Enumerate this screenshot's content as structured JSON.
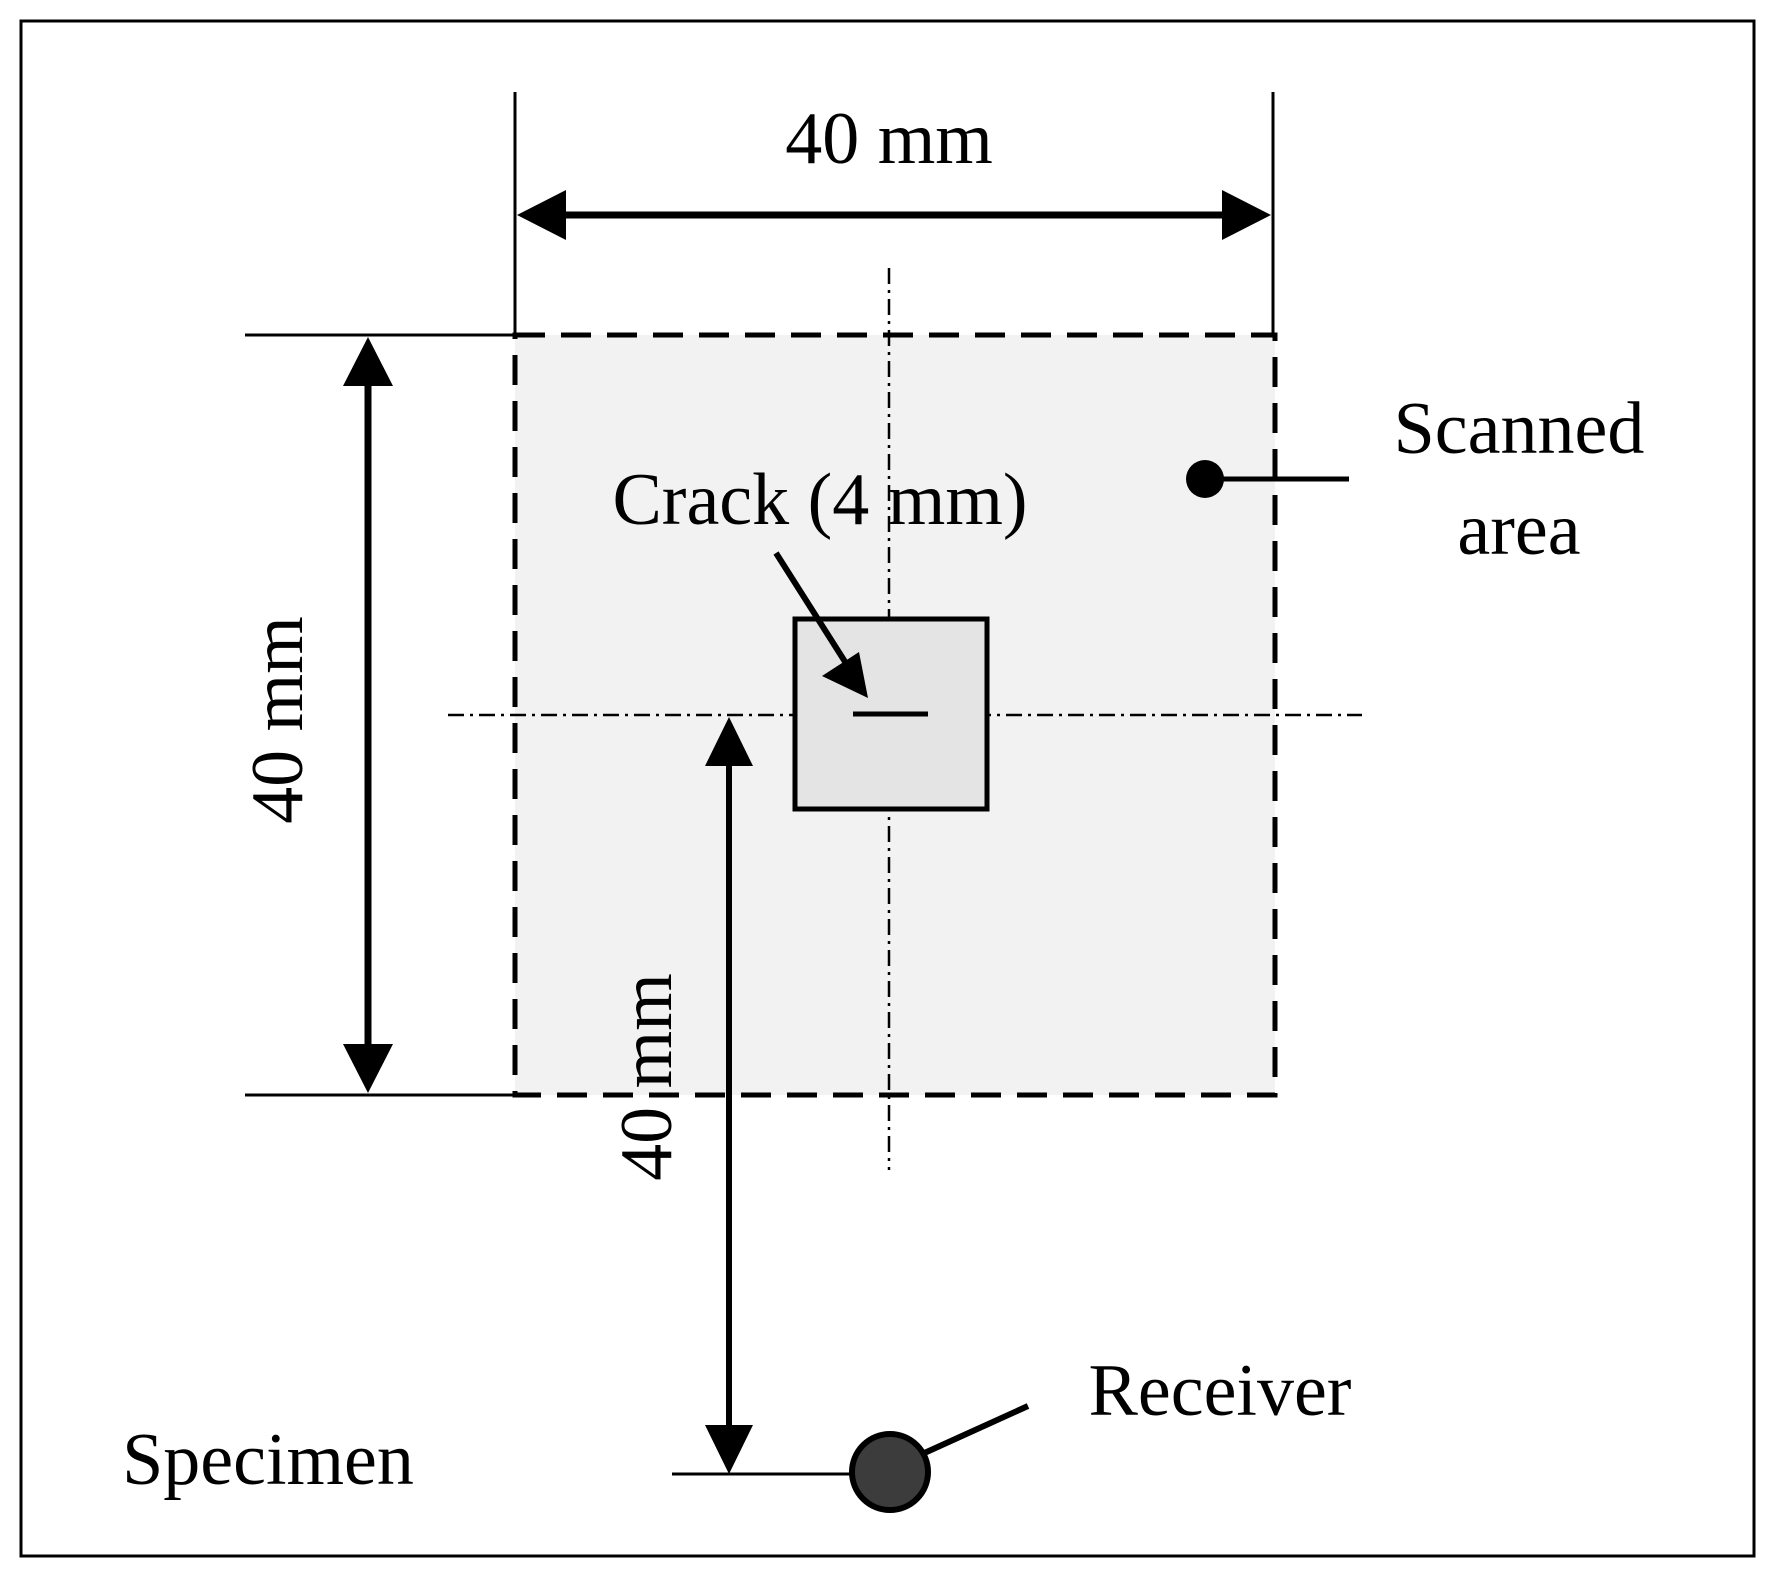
{
  "labels": {
    "width_dimension": "40 mm",
    "height_dimension": "40 mm",
    "receiver_distance": "40 mm",
    "crack": "Crack (4 mm)",
    "scanned_area_line1": "Scanned",
    "scanned_area_line2": "area",
    "receiver": "Receiver",
    "specimen": "Specimen"
  },
  "colors": {
    "scanned_area_fill": "#f2f2f2",
    "crack_box_fill": "#e4e4e4",
    "receiver_fill": "#3c3c3c",
    "line": "#000000"
  }
}
